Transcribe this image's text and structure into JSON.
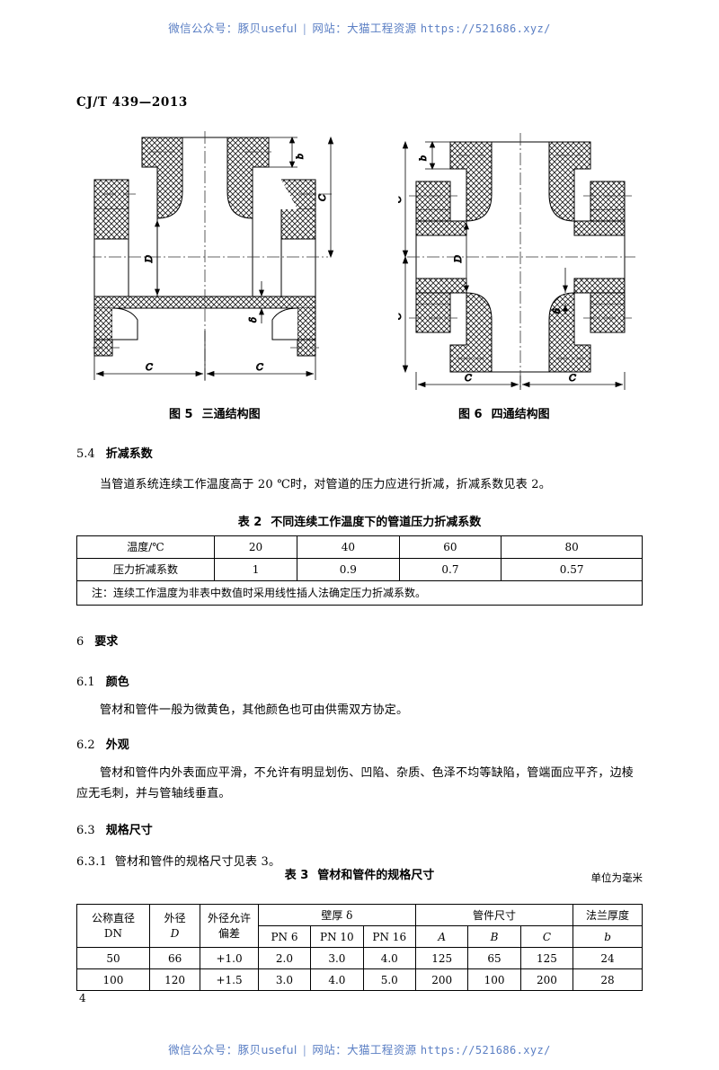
{
  "watermark": {
    "wechat_label": "微信公众号：",
    "wechat_name": "豚贝useful",
    "separator": "|",
    "site_label": "网站：",
    "site_name": "大猫工程资源",
    "url": "https://521686.xyz/"
  },
  "header": {
    "standard_number": "CJ/T 439—2013"
  },
  "figures": [
    {
      "id": "fig5",
      "caption_num": "图 5",
      "caption_text": "三通结构图",
      "labels": {
        "b": "b",
        "C": "C",
        "D": "D",
        "delta": "δ"
      }
    },
    {
      "id": "fig6",
      "caption_num": "图 6",
      "caption_text": "四通结构图",
      "labels": {
        "b": "b",
        "C": "C",
        "D": "D",
        "delta": "δ"
      }
    }
  ],
  "sections": {
    "s54": {
      "number": "5.4",
      "title": "折减系数",
      "body": "当管道系统连续工作温度高于 20 ℃时，对管道的压力应进行折减，折减系数见表 2。"
    },
    "s6": {
      "number": "6",
      "title": "要求"
    },
    "s61": {
      "number": "6.1",
      "title": "颜色",
      "body": "管材和管件一般为微黄色，其他颜色也可由供需双方协定。"
    },
    "s62": {
      "number": "6.2",
      "title": "外观",
      "body": "管材和管件内外表面应平滑，不允许有明显划伤、凹陷、杂质、色泽不均等缺陷，管端面应平齐，边棱应无毛刺，并与管轴线垂直。"
    },
    "s63": {
      "number": "6.3",
      "title": "规格尺寸"
    },
    "s631": {
      "number": "6.3.1",
      "body": "管材和管件的规格尺寸见表 3。"
    }
  },
  "table2": {
    "title_num": "表 2",
    "title_text": "不同连续工作温度下的管道压力折减系数",
    "rows": [
      {
        "label": "温度/℃",
        "values": [
          "20",
          "40",
          "60",
          "80"
        ]
      },
      {
        "label": "压力折减系数",
        "values": [
          "1",
          "0.9",
          "0.7",
          "0.57"
        ]
      }
    ],
    "note": "注：连续工作温度为非表中数值时采用线性插人法确定压力折减系数。"
  },
  "table3": {
    "title_num": "表 3",
    "title_text": "管材和管件的规格尺寸",
    "unit_note": "单位为毫米",
    "headers": {
      "dn_line1": "公称直径",
      "dn_line2": "DN",
      "od_line1": "外径",
      "od_line2": "D",
      "tol_line1": "外径允许",
      "tol_line2": "偏差",
      "wall_group": "壁厚 δ",
      "wall_cols": [
        "PN 6",
        "PN 10",
        "PN 16"
      ],
      "fitting_group": "管件尺寸",
      "fitting_cols": [
        "A",
        "B",
        "C"
      ],
      "flange_line1": "法兰厚度",
      "flange_line2": "b"
    },
    "rows": [
      {
        "dn": "50",
        "od": "66",
        "tol": "+1.0",
        "wall": [
          "2.0",
          "3.0",
          "4.0"
        ],
        "fitting": [
          "125",
          "65",
          "125"
        ],
        "flange": "24"
      },
      {
        "dn": "100",
        "od": "120",
        "tol": "+1.5",
        "wall": [
          "3.0",
          "4.0",
          "5.0"
        ],
        "fitting": [
          "200",
          "100",
          "200"
        ],
        "flange": "28"
      }
    ]
  },
  "footer": {
    "page_number": "4"
  }
}
